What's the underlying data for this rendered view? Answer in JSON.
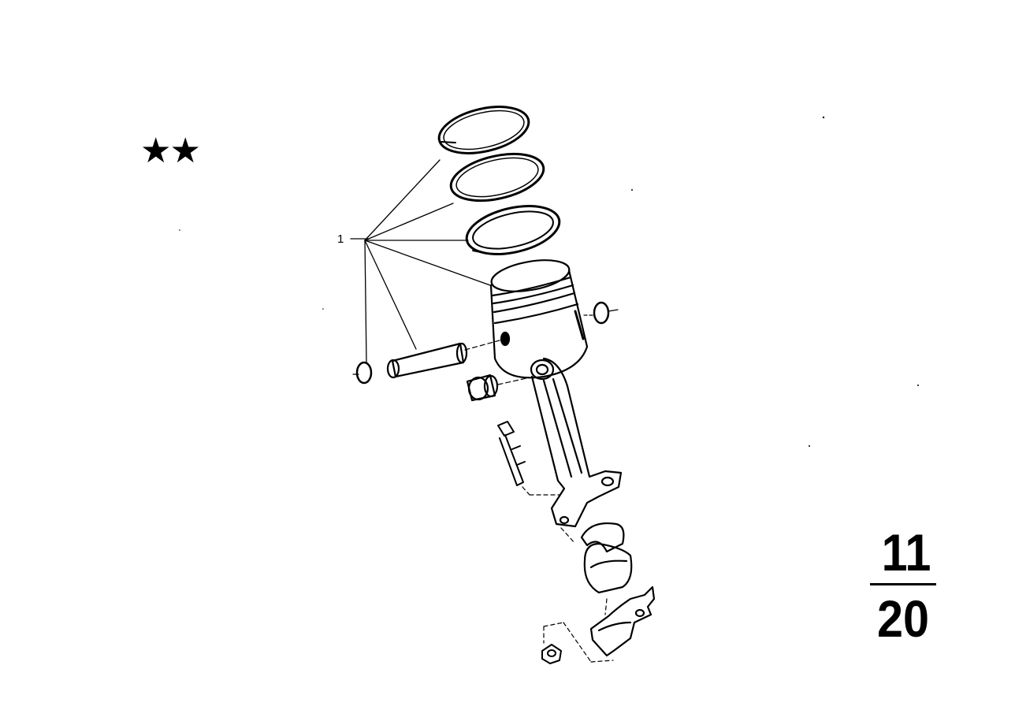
{
  "marker": "★★",
  "callouts": [
    {
      "number": "1"
    }
  ],
  "group": {
    "top": "11",
    "bottom": "20"
  },
  "parts": [
    {
      "icon": "piston-ring-icon"
    },
    {
      "icon": "piston-ring-icon"
    },
    {
      "icon": "piston-ring-icon"
    },
    {
      "icon": "piston-icon"
    },
    {
      "icon": "circlip-icon"
    },
    {
      "icon": "circlip-icon"
    },
    {
      "icon": "piston-pin-icon"
    },
    {
      "icon": "bushing-icon"
    },
    {
      "icon": "connecting-rod-icon"
    },
    {
      "icon": "rod-bolt-icon"
    },
    {
      "icon": "bearing-shell-icon"
    },
    {
      "icon": "rod-cap-icon"
    },
    {
      "icon": "rod-nut-icon"
    }
  ]
}
